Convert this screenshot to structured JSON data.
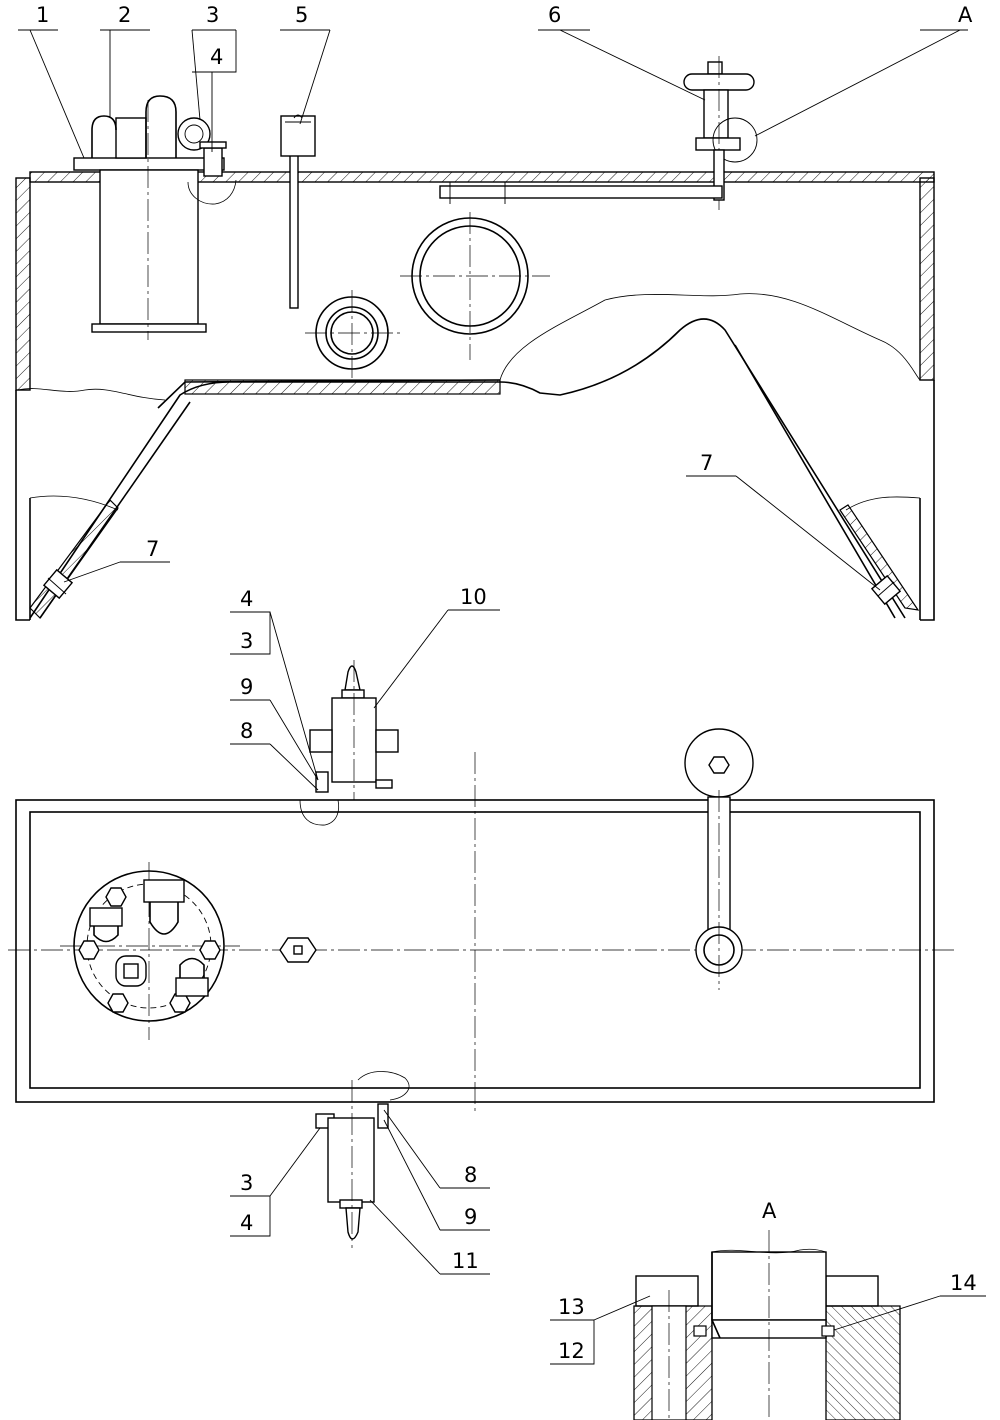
{
  "labels": {
    "l1": "1",
    "l2": "2",
    "l3": "3",
    "l4": "4",
    "l5": "5",
    "l6": "6",
    "lA": "A",
    "l7a": "7",
    "l7b": "7",
    "m4": "4",
    "m3": "3",
    "m9": "9",
    "m8": "8",
    "m10": "10",
    "b3": "3",
    "b4": "4",
    "b8": "8",
    "b9": "9",
    "b11": "11",
    "dA": "A",
    "d13": "13",
    "d12": "12",
    "d14": "14"
  }
}
